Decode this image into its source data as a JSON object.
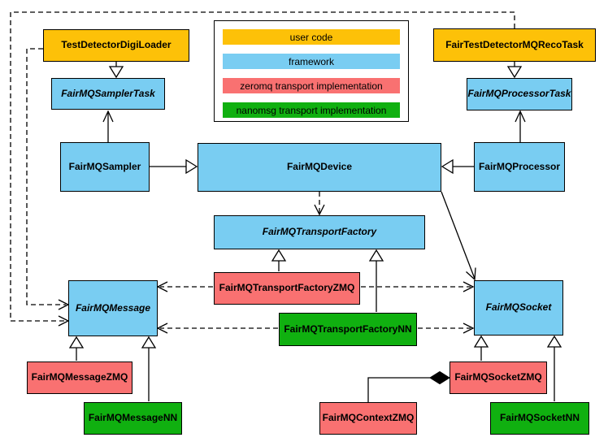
{
  "colors": {
    "user_code": "#fdc108",
    "framework": "#79cdf2",
    "zeromq": "#f97171",
    "nanomsg": "#10b010",
    "border": "#000000",
    "background": "#ffffff"
  },
  "legend": {
    "items": [
      {
        "label": "user code",
        "color_key": "user_code"
      },
      {
        "label": "framework",
        "color_key": "framework"
      },
      {
        "label": "zeromq transport implementation",
        "color_key": "zeromq"
      },
      {
        "label": "nanomsg transport implementation",
        "color_key": "nanomsg"
      }
    ]
  },
  "nodes": {
    "digi_loader": {
      "label": "TestDetectorDigiLoader",
      "category": "user_code",
      "abstract": false
    },
    "reco_task": {
      "label": "FairTestDetectorMQRecoTask",
      "category": "user_code",
      "abstract": false
    },
    "sampler_task": {
      "label": "FairMQSamplerTask",
      "category": "framework",
      "abstract": true
    },
    "processor_task": {
      "label": "FairMQProcessorTask",
      "category": "framework",
      "abstract": true
    },
    "sampler": {
      "label": "FairMQSampler",
      "category": "framework",
      "abstract": false
    },
    "device": {
      "label": "FairMQDevice",
      "category": "framework",
      "abstract": false
    },
    "processor": {
      "label": "FairMQProcessor",
      "category": "framework",
      "abstract": false
    },
    "transport_factory": {
      "label": "FairMQTransportFactory",
      "category": "framework",
      "abstract": true
    },
    "transport_factory_zmq": {
      "label": "FairMQTransportFactoryZMQ",
      "category": "zeromq",
      "abstract": false
    },
    "transport_factory_nn": {
      "label": "FairMQTransportFactoryNN",
      "category": "nanomsg",
      "abstract": false
    },
    "message": {
      "label": "FairMQMessage",
      "category": "framework",
      "abstract": true
    },
    "socket": {
      "label": "FairMQSocket",
      "category": "framework",
      "abstract": true
    },
    "message_zmq": {
      "label": "FairMQMessageZMQ",
      "category": "zeromq",
      "abstract": false
    },
    "message_nn": {
      "label": "FairMQMessageNN",
      "category": "nanomsg",
      "abstract": false
    },
    "context_zmq": {
      "label": "FairMQContextZMQ",
      "category": "zeromq",
      "abstract": false
    },
    "socket_zmq": {
      "label": "FairMQSocketZMQ",
      "category": "zeromq",
      "abstract": false
    },
    "socket_nn": {
      "label": "FairMQSocketNN",
      "category": "nanomsg",
      "abstract": false
    }
  },
  "edges": [
    {
      "from": "TestDetectorDigiLoader",
      "to": "FairMQSamplerTask",
      "type": "inheritance"
    },
    {
      "from": "FairTestDetectorMQRecoTask",
      "to": "FairMQProcessorTask",
      "type": "inheritance"
    },
    {
      "from": "FairMQSampler",
      "to": "FairMQSamplerTask",
      "type": "association"
    },
    {
      "from": "FairMQProcessor",
      "to": "FairMQProcessorTask",
      "type": "association"
    },
    {
      "from": "FairMQSampler",
      "to": "FairMQDevice",
      "type": "inheritance"
    },
    {
      "from": "FairMQProcessor",
      "to": "FairMQDevice",
      "type": "inheritance"
    },
    {
      "from": "FairMQDevice",
      "to": "FairMQTransportFactory",
      "type": "dependency"
    },
    {
      "from": "FairMQDevice",
      "to": "FairMQSocket",
      "type": "association"
    },
    {
      "from": "FairMQTransportFactoryZMQ",
      "to": "FairMQTransportFactory",
      "type": "inheritance"
    },
    {
      "from": "FairMQTransportFactoryNN",
      "to": "FairMQTransportFactory",
      "type": "inheritance"
    },
    {
      "from": "FairMQTransportFactoryZMQ",
      "to": "FairMQMessage",
      "type": "dependency"
    },
    {
      "from": "FairMQTransportFactoryZMQ",
      "to": "FairMQSocket",
      "type": "dependency"
    },
    {
      "from": "FairMQTransportFactoryNN",
      "to": "FairMQMessage",
      "type": "dependency"
    },
    {
      "from": "FairMQTransportFactoryNN",
      "to": "FairMQSocket",
      "type": "dependency"
    },
    {
      "from": "FairMQMessageZMQ",
      "to": "FairMQMessage",
      "type": "inheritance"
    },
    {
      "from": "FairMQMessageNN",
      "to": "FairMQMessage",
      "type": "inheritance"
    },
    {
      "from": "FairMQSocketZMQ",
      "to": "FairMQSocket",
      "type": "inheritance"
    },
    {
      "from": "FairMQSocketNN",
      "to": "FairMQSocket",
      "type": "inheritance"
    },
    {
      "from": "FairMQContextZMQ",
      "to": "FairMQSocketZMQ",
      "type": "composition"
    },
    {
      "from": "TestDetectorDigiLoader",
      "to": "FairMQMessage",
      "type": "dependency"
    },
    {
      "from": "FairTestDetectorMQRecoTask",
      "to": "FairMQMessage",
      "type": "dependency"
    }
  ]
}
